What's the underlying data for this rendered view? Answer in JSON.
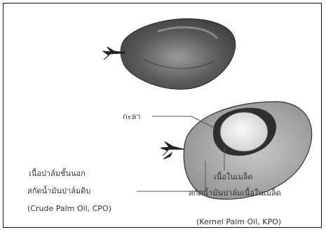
{
  "labels": {
    "shell": "กะลา",
    "mesocarp": "เนื้อปาล์มชั้นนอก",
    "cpo_extract": "สกัดน้ำมันปาล์มดิบ",
    "cpo_name": "(Crude Palm Oil, CPO)",
    "kernel": "เนื้อในเมล็ด",
    "kpo_extract": "สกัดน้ำมันปาล์มเนื้อในเมล็ด",
    "kpo_name": "(Kernel Palm Oil, KPO)"
  }
}
